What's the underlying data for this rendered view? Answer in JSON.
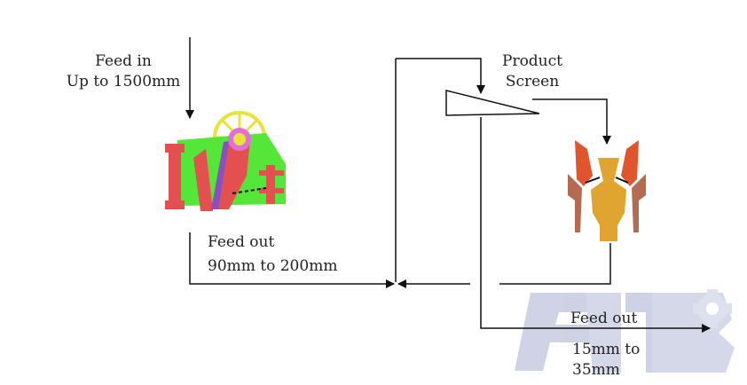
{
  "feed_in": {
    "title": "Feed in",
    "size": "Up to 1500mm"
  },
  "screen": {
    "line1": "Product",
    "line2": "Screen"
  },
  "jaw_output": {
    "title": "Feed out",
    "size": "90mm to 200mm"
  },
  "cone_output": {
    "title": "Feed out",
    "size_line1": "15mm to",
    "size_line2": "35mm"
  },
  "watermark": {
    "text": "FMB",
    "color": "#8a93b8"
  },
  "colors": {
    "line": "#111111",
    "jaw_body": "#55e639",
    "jaw_red": "#e2504f",
    "jaw_purple": "#8b4fc3",
    "flywheel": "#e8e23c",
    "cone_orange": "#e0a430",
    "cone_red": "#e0542e",
    "cone_brown": "#b56a52"
  }
}
